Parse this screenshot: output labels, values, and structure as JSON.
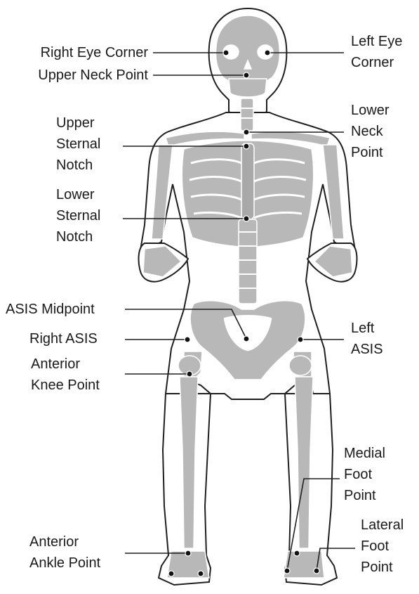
{
  "labels": {
    "right_eye_corner": "Right Eye Corner",
    "upper_neck_point": "Upper Neck Point",
    "left_eye_corner": "Left Eye\nCorner",
    "upper_sternal_notch": "Upper\nSternal\nNotch",
    "lower_neck_point": "Lower\nNeck\nPoint",
    "lower_sternal_notch": "Lower\nSternal\nNotch",
    "asis_midpoint": "ASIS Midpoint",
    "right_asis": "Right ASIS",
    "left_asis": "Left\nASIS",
    "anterior_knee_point": "Anterior\nKnee Point",
    "medial_foot_point": "Medial\nFoot\nPoint",
    "anterior_ankle_point": "Anterior\nAnkle Point",
    "lateral_foot_point": "Lateral\nFoot\nPoint"
  },
  "colors": {
    "outline": "#1f1f1f",
    "bone": "#b8b8b8",
    "bone_light": "#d2d2d2",
    "body_fill": "#ffffff",
    "leader_line": "#1f1f1f",
    "marker": "#111111"
  }
}
